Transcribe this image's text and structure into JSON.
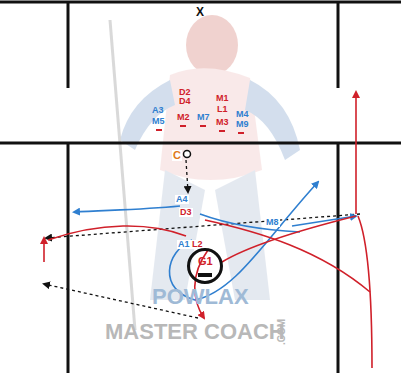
{
  "diagram": {
    "nodes": [
      {
        "text": [
          "G1"
        ]
      }
    ],
    "labels": [
      "X",
      "D2",
      "D4",
      "M1",
      "L1",
      "A3",
      "M5",
      "M2",
      "M7",
      "M3",
      "M4",
      "M9",
      "C",
      "A4",
      "D3",
      "M8",
      "A1",
      "L2",
      "POWLAX",
      "MASTER COACH",
      ".COM"
    ]
  }
}
